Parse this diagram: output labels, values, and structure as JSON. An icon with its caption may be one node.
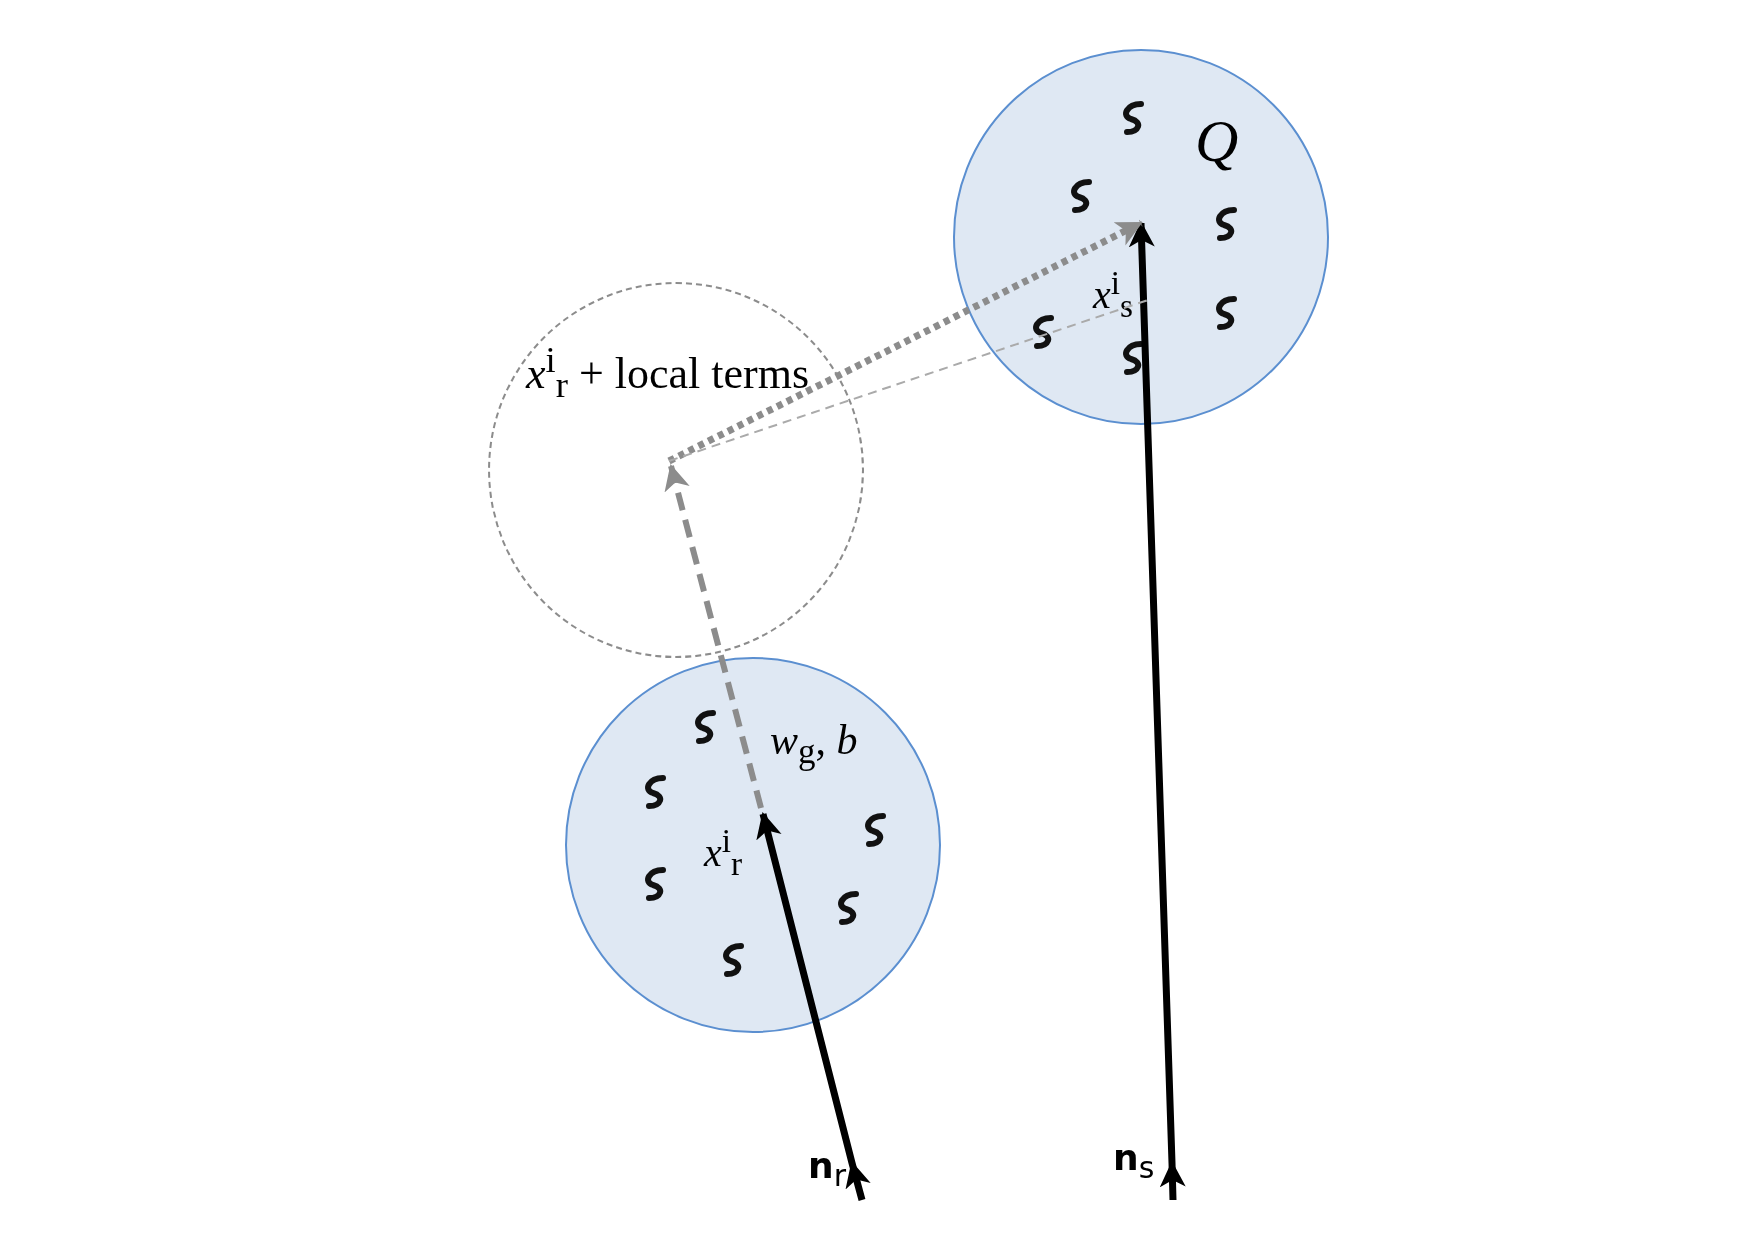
{
  "diagram": {
    "nodes": [
      {
        "text": [
          "Q"
        ]
      },
      {
        "text": [
          "*x*$^{i}$$_{r}$ + local terms"
        ]
      },
      {
        "text": [
          "*w*$_{g}$, *b*"
        ]
      },
      {
        "text": [
          "*x*$^{i}$$_{s}$"
        ],
        "in": 0
      },
      {
        "text": [
          "*x*$^{i}$$_{r}$"
        ],
        "in": 2
      }
    ],
    "edges": [
      {
        "from": null,
        "to": 4,
        "arrow": "to",
        "label": "**n**$_{r}$"
      },
      {
        "from": null,
        "to": 3,
        "arrow": "to",
        "label": "**n**$_{s}$"
      },
      {
        "from": 4,
        "to": 1,
        "arrow": "to",
        "style": "dashed",
        "color": "#8c8c8c"
      },
      {
        "from": 1,
        "to": 3,
        "arrow": "to",
        "style": "dashed",
        "color": "#8c8c8c"
      },
      {
        "from": 1,
        "to": 3,
        "arrow": "none",
        "style": "dashed",
        "color": "#aaaaaa"
      }
    ]
  }
}
